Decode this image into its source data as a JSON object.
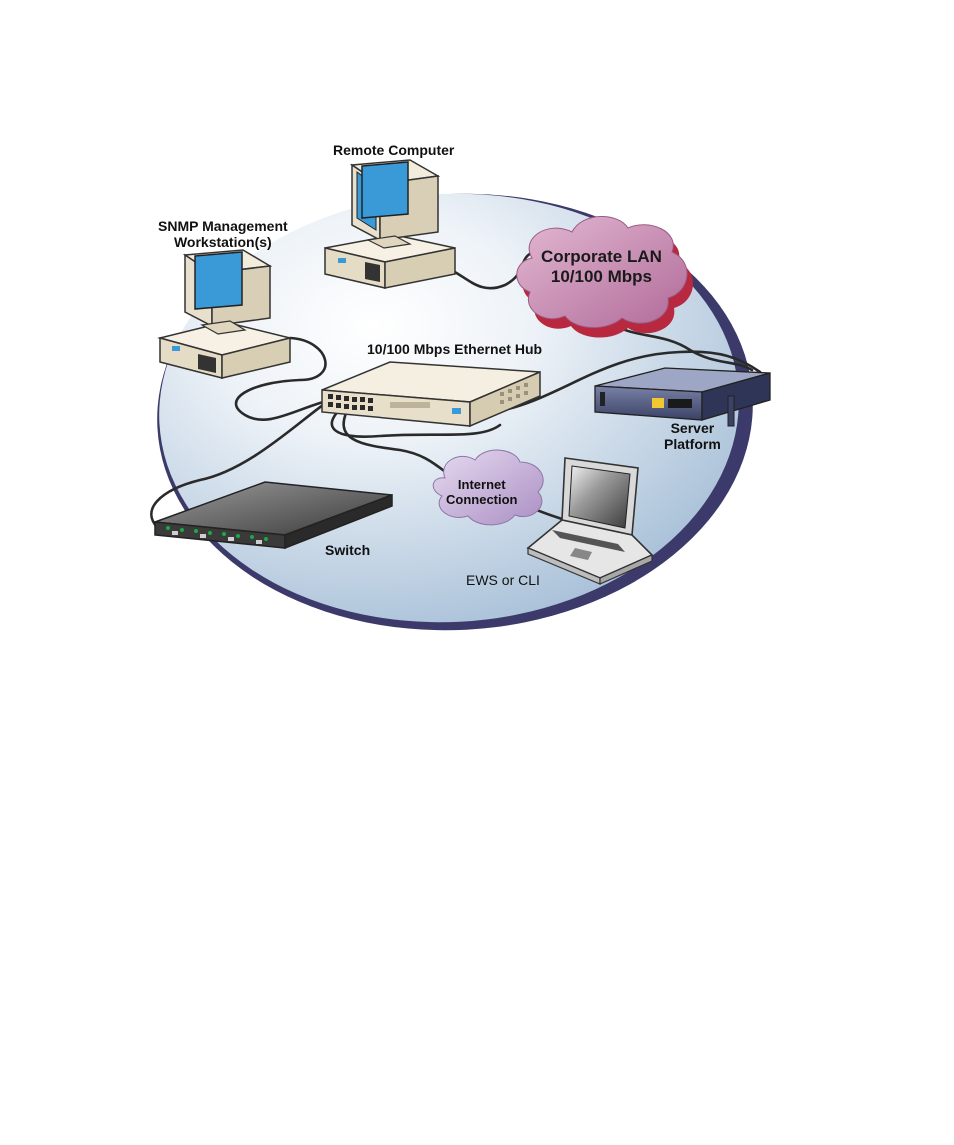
{
  "labels": {
    "remote_computer": "Remote Computer",
    "snmp_line1": "SNMP Management",
    "snmp_line2": "Workstation(s)",
    "lan_line1": "Corporate LAN",
    "lan_line2": "10/100 Mbps",
    "hub": "10/100 Mbps Ethernet Hub",
    "server_line1": "Server",
    "server_line2": "Platform",
    "internet_line1": "Internet",
    "internet_line2": "Connection",
    "switch": "Switch",
    "ews": "EWS or CLI"
  },
  "colors": {
    "ellipse_light": "#eef3f8",
    "ellipse_dark": "#a8c0d8",
    "ellipse_rim": "#3c3a6a",
    "cloud_lan": "#c990b5",
    "cloud_lan_shadow": "#b8283f",
    "cloud_internet": "#cbb8dc",
    "cable": "#2a2a2a",
    "screen": "#3a9ad8",
    "beige": "#efe9d9"
  },
  "icons": [
    "desktop-computer-icon",
    "ethernet-hub-icon",
    "server-rack-icon",
    "switch-icon",
    "laptop-icon",
    "cloud-icon"
  ]
}
